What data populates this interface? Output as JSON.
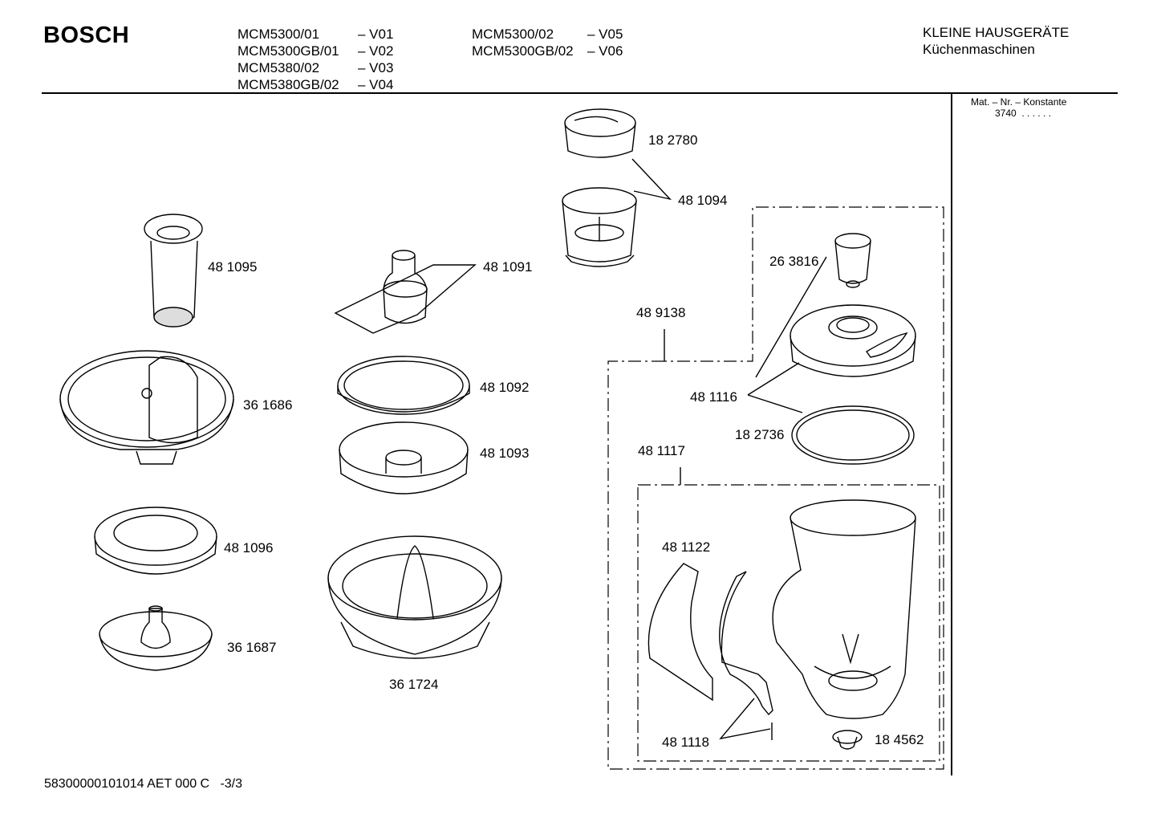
{
  "header": {
    "brand": "BOSCH",
    "models_col1": [
      {
        "model": "MCM5300/01",
        "variant": "– V01"
      },
      {
        "model": "MCM5300GB/01",
        "variant": "– V02"
      },
      {
        "model": "MCM5380/02",
        "variant": "– V03"
      },
      {
        "model": "MCM5380GB/02",
        "variant": "– V04"
      }
    ],
    "models_col2": [
      {
        "model": "MCM5300/02",
        "variant": "– V05"
      },
      {
        "model": "MCM5300GB/02",
        "variant": "– V06"
      }
    ],
    "category": "KLEINE HAUSGERÄTE",
    "subcategory": "Küchenmaschinen"
  },
  "mat_nr": {
    "label": "Mat. – Nr. – Konstante",
    "value": "3740",
    "dots": ". . . . . ."
  },
  "parts": [
    {
      "id": "part-182780",
      "label": "18 2780"
    },
    {
      "id": "part-481094",
      "label": "48 1094"
    },
    {
      "id": "part-481095",
      "label": "48 1095"
    },
    {
      "id": "part-481091",
      "label": "48 1091"
    },
    {
      "id": "part-263816",
      "label": "26 3816"
    },
    {
      "id": "part-489138",
      "label": "48 9138"
    },
    {
      "id": "part-361686",
      "label": "36 1686"
    },
    {
      "id": "part-481092",
      "label": "48 1092"
    },
    {
      "id": "part-481116",
      "label": "48 1116"
    },
    {
      "id": "part-182736",
      "label": "18 2736"
    },
    {
      "id": "part-481093",
      "label": "48 1093"
    },
    {
      "id": "part-481117",
      "label": "48 1117"
    },
    {
      "id": "part-481096",
      "label": "48 1096"
    },
    {
      "id": "part-481122",
      "label": "48 1122"
    },
    {
      "id": "part-361687",
      "label": "36 1687"
    },
    {
      "id": "part-361724",
      "label": "36 1724"
    },
    {
      "id": "part-481118",
      "label": "48 1118"
    },
    {
      "id": "part-184562",
      "label": "18 4562"
    }
  ],
  "footer": {
    "code": "58300000101014 AET 000 C",
    "page": "-3/3"
  }
}
